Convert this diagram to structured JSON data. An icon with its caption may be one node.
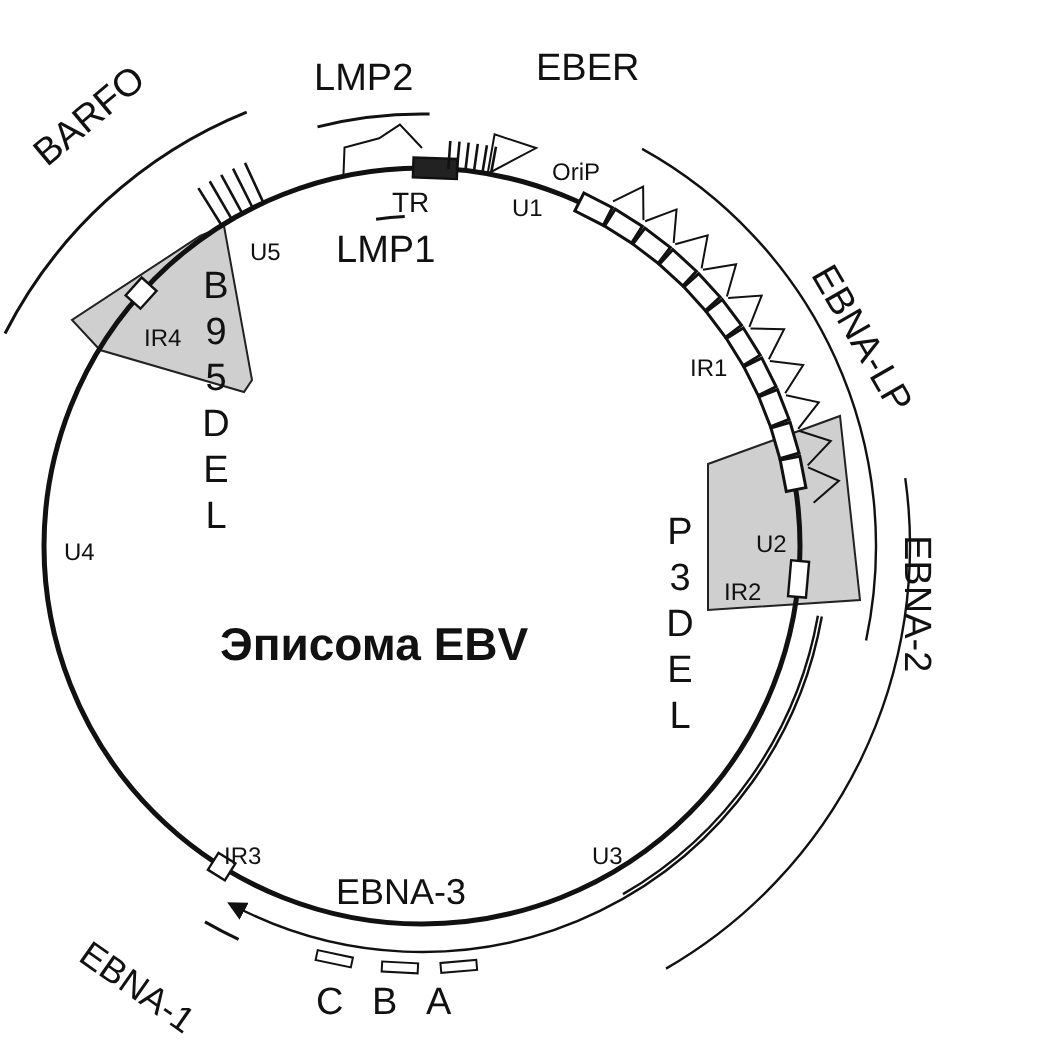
{
  "diagram": {
    "title": "Эписома EBV",
    "labels": [
      "LMP2",
      "EBER",
      "OriP",
      "TR",
      "U1",
      "LMP1",
      "BARFO",
      "U5",
      "EBNA-LP",
      "B95DEL",
      "IR4",
      "IR1",
      "EBNA-2",
      "P3DEL",
      "U4",
      "U2",
      "IR2",
      "IR3",
      "U3",
      "EBNA-3",
      "EBNA-1",
      "C",
      "B",
      "A"
    ]
  }
}
